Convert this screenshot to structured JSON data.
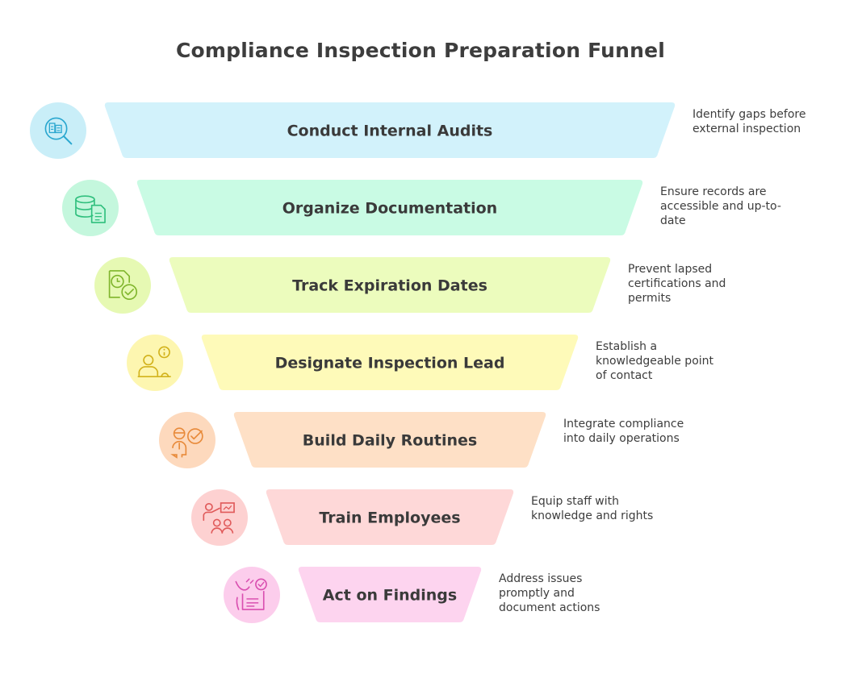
{
  "title": "Compliance Inspection Preparation Funnel",
  "stages": [
    {
      "label": "Conduct Internal Audits",
      "description": "Identify gaps before\nexternal inspection",
      "fill": "#d2f2fb",
      "icon_bg": "#c9eef8",
      "icon_color": "#2aa7cf",
      "icon": "audit-magnifier-icon"
    },
    {
      "label": "Organize Documentation",
      "description": "Ensure records are\naccessible and up-to-\ndate",
      "fill": "#c9fbe4",
      "icon_bg": "#c4f7dd",
      "icon_color": "#2fbf7d",
      "icon": "database-document-icon"
    },
    {
      "label": "Track Expiration Dates",
      "description": "Prevent lapsed\ncertifications and\npermits",
      "fill": "#ecfcbd",
      "icon_bg": "#e6f9b3",
      "icon_color": "#7fb52c",
      "icon": "clock-check-document-icon"
    },
    {
      "label": "Designate Inspection Lead",
      "description": "Establish a\nknowledgeable point\nof contact",
      "fill": "#fefab9",
      "icon_bg": "#fdf6b0",
      "icon_color": "#d2b21b",
      "icon": "person-info-icon"
    },
    {
      "label": "Build Daily Routines",
      "description": "Integrate compliance\ninto daily operations",
      "fill": "#fee0c6",
      "icon_bg": "#fdd9bd",
      "icon_color": "#e88a3a",
      "icon": "worker-checkmark-icon"
    },
    {
      "label": "Train Employees",
      "description": "Equip staff with\nknowledge and rights",
      "fill": "#fed8d8",
      "icon_bg": "#fdd1d1",
      "icon_color": "#e05a5a",
      "icon": "training-presentation-icon"
    },
    {
      "label": "Act on Findings",
      "description": "Address issues\npromptly and\ndocument actions",
      "fill": "#fdd4ef",
      "icon_bg": "#fccdec",
      "icon_color": "#d94fb0",
      "icon": "checklist-hand-icon"
    }
  ]
}
